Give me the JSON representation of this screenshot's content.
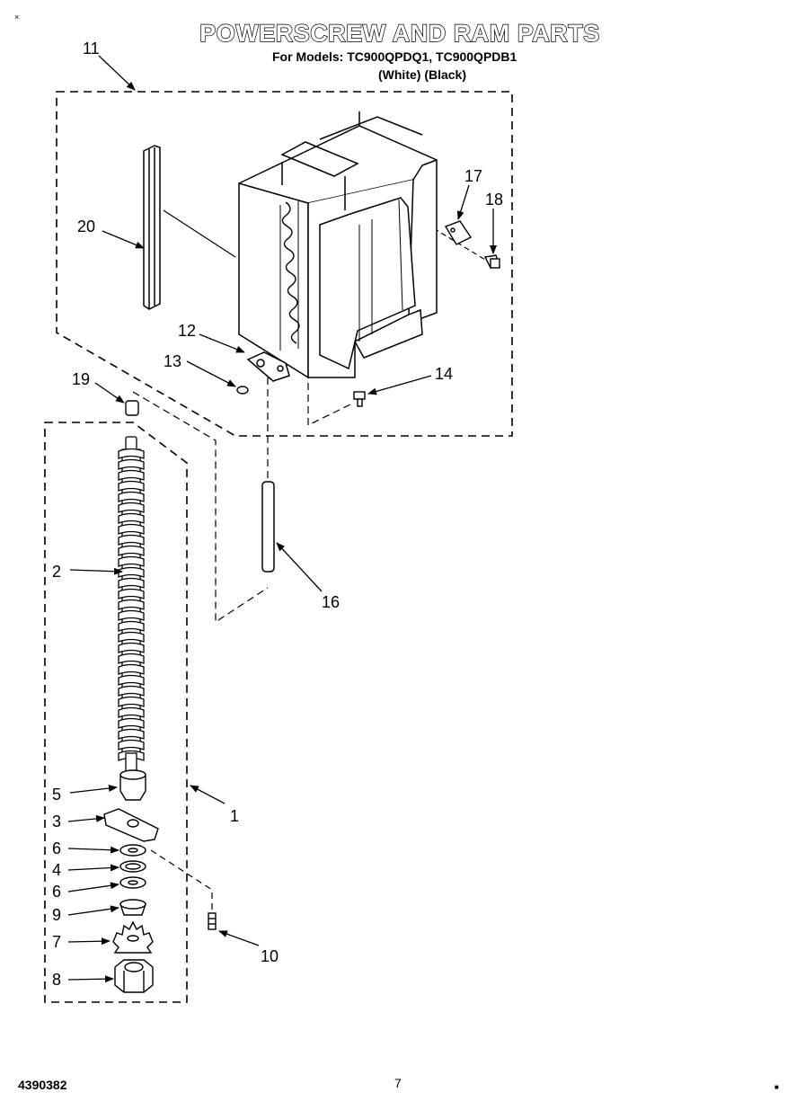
{
  "page": {
    "title": "POWERSCREW AND RAM PARTS",
    "models_line": "For Models: TC900QPDQ1, TC900QPDB1",
    "colors_line": "(White)   (Black)",
    "doc_number": "4390382",
    "page_number": "7",
    "corner_mark": "×",
    "corner_dot": "■"
  },
  "callouts": {
    "c11": "11",
    "c20": "20",
    "c17": "17",
    "c18": "18",
    "c12": "12",
    "c13": "13",
    "c14": "14",
    "c19": "19",
    "c2": "2",
    "c16": "16",
    "c5": "5",
    "c1": "1",
    "c3": "3",
    "c6a": "6",
    "c4": "4",
    "c6b": "6",
    "c9": "9",
    "c7": "7",
    "c8": "8",
    "c10": "10"
  }
}
